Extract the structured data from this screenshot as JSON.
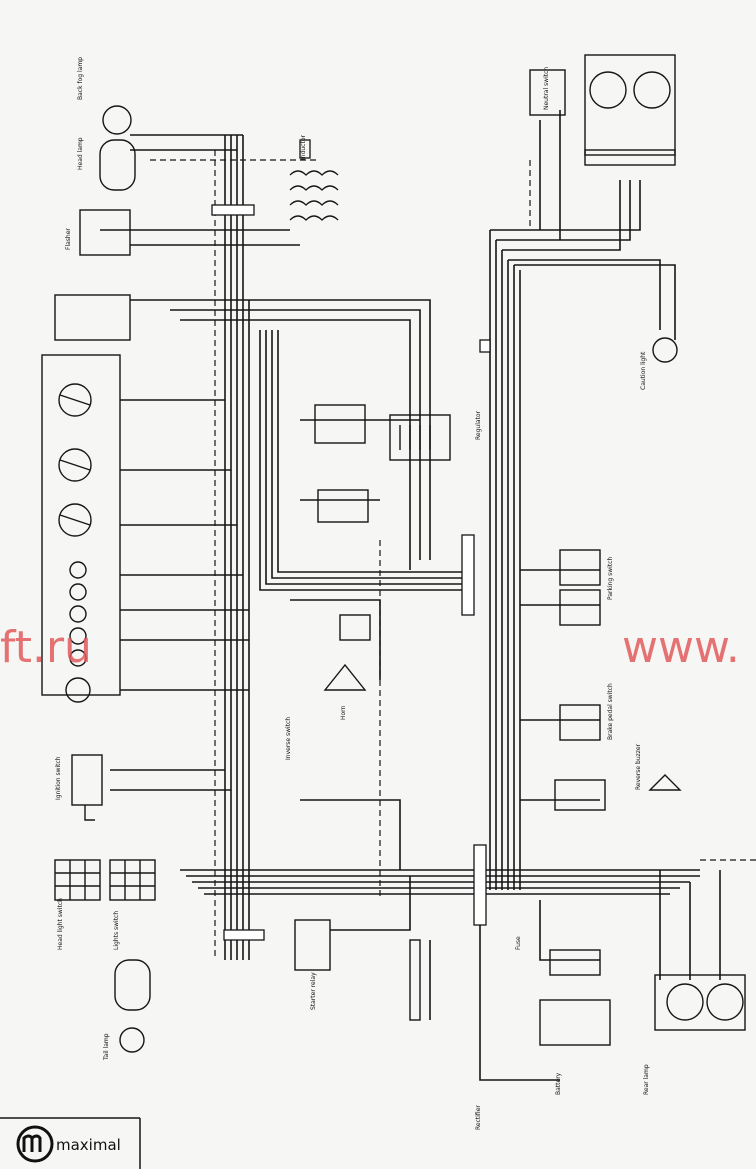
{
  "logo": {
    "text": "maximal",
    "mark": "m-logo-icon"
  },
  "watermarks": {
    "left": "ft.ru",
    "right": "www."
  },
  "labels": {
    "back_fog_lamp": "Back fog lamp",
    "head_lamp": "Head lamp",
    "horn": "Horn",
    "flasher": "Flasher",
    "neutral_switch": "Neutral switch",
    "parking_switch": "Parking switch",
    "inverse_switch": "Inverse switch",
    "reverse_buzzer": "Reverse buzzer",
    "starter_relay": "Starter relay",
    "lights_switch": "Lights switch",
    "head_light_switch": "Head light switch",
    "tail_lamp": "Tail lamp",
    "rear_lamp": "Rear lamp",
    "battery": "Battery",
    "fuse": "Fuse",
    "ignition_switch": "Ignition switch",
    "rectifier": "Rectifier",
    "caution_light": "Caution light",
    "brake_pedal_switch": "Brake pedal switch",
    "regulator": "Regulator",
    "inductor": "Inductor"
  },
  "colors": {
    "line": "#161616",
    "paper": "#f6f6f4",
    "watermark": "#e25a5a"
  }
}
